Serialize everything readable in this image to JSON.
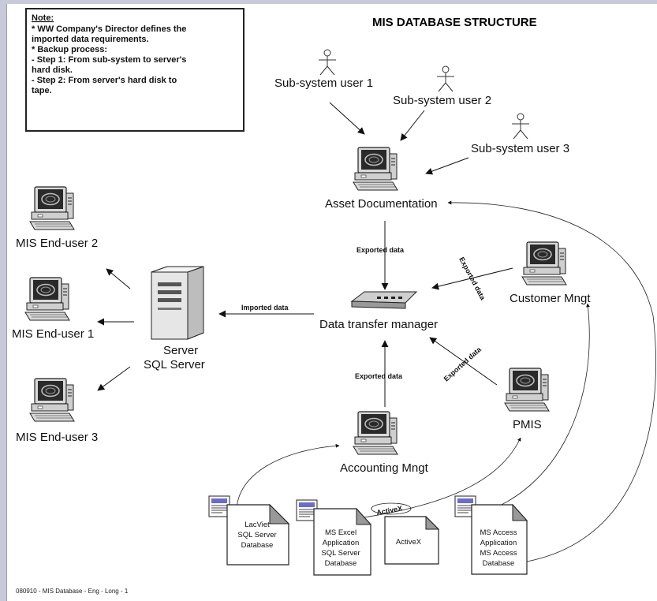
{
  "title": "MIS DATABASE STRUCTURE",
  "note": {
    "heading": "Note:",
    "lines": [
      "* WW Company's Director defines the",
      "imported data requirements.",
      "* Backup process:",
      "- Step 1: From sub-system to server's",
      "hard disk.",
      "- Step 2: From server's hard disk to",
      "tape."
    ]
  },
  "nodes": {
    "sub_user_1": "Sub-system user 1",
    "sub_user_2": "Sub-system user 2",
    "sub_user_3": "Sub-system user 3",
    "asset_doc": "Asset Documentation",
    "dtm": "Data transfer manager",
    "customer": "Customer Mngt",
    "pmis": "PMIS",
    "accounting": "Accounting Mngt",
    "server_line1": "Server",
    "server_line2": "SQL Server",
    "end_user_1": "MIS End-user 1",
    "end_user_2": "MIS End-user 2",
    "end_user_3": "MIS End-user 3"
  },
  "edges": {
    "exported_top": "Exported data",
    "exported_customer": "Exported data",
    "exported_pmis": "Exported data",
    "exported_accounting": "Exported data",
    "imported": "Imported data",
    "activex_curve": "ActiveX"
  },
  "docs": {
    "lacviet": [
      "LacViet",
      "SQL Server",
      "Database"
    ],
    "msexcel": [
      "MS Excel",
      "Application",
      "SQL Server",
      "Database"
    ],
    "activex": [
      "ActiveX"
    ],
    "msaccess": [
      "MS Access",
      "Application",
      "MS Access",
      "Database"
    ]
  },
  "footer": "080910 - MIS Database - Eng - Long - 1"
}
